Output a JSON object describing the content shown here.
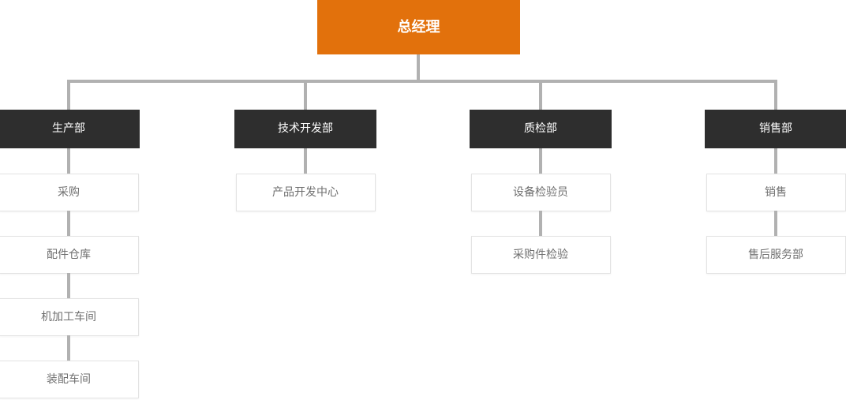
{
  "chart": {
    "type": "org-chart",
    "root": {
      "label": "总经理"
    },
    "departments": [
      {
        "label": "生产部",
        "children": [
          "采购",
          "配件仓库",
          "机加工车间",
          "装配车间"
        ]
      },
      {
        "label": "技术开发部",
        "children": [
          "产品开发中心"
        ]
      },
      {
        "label": "质检部",
        "children": [
          "设备检验员",
          "采购件检验"
        ]
      },
      {
        "label": "销售部",
        "children": [
          "销售",
          "售后服务部"
        ]
      }
    ],
    "colors": {
      "root_bg": "#e2710c",
      "dept_bg": "#2e2e2e",
      "line": "#b1b1b1",
      "child_border": "#e3e3e3",
      "child_text": "#6f6f6f"
    }
  }
}
